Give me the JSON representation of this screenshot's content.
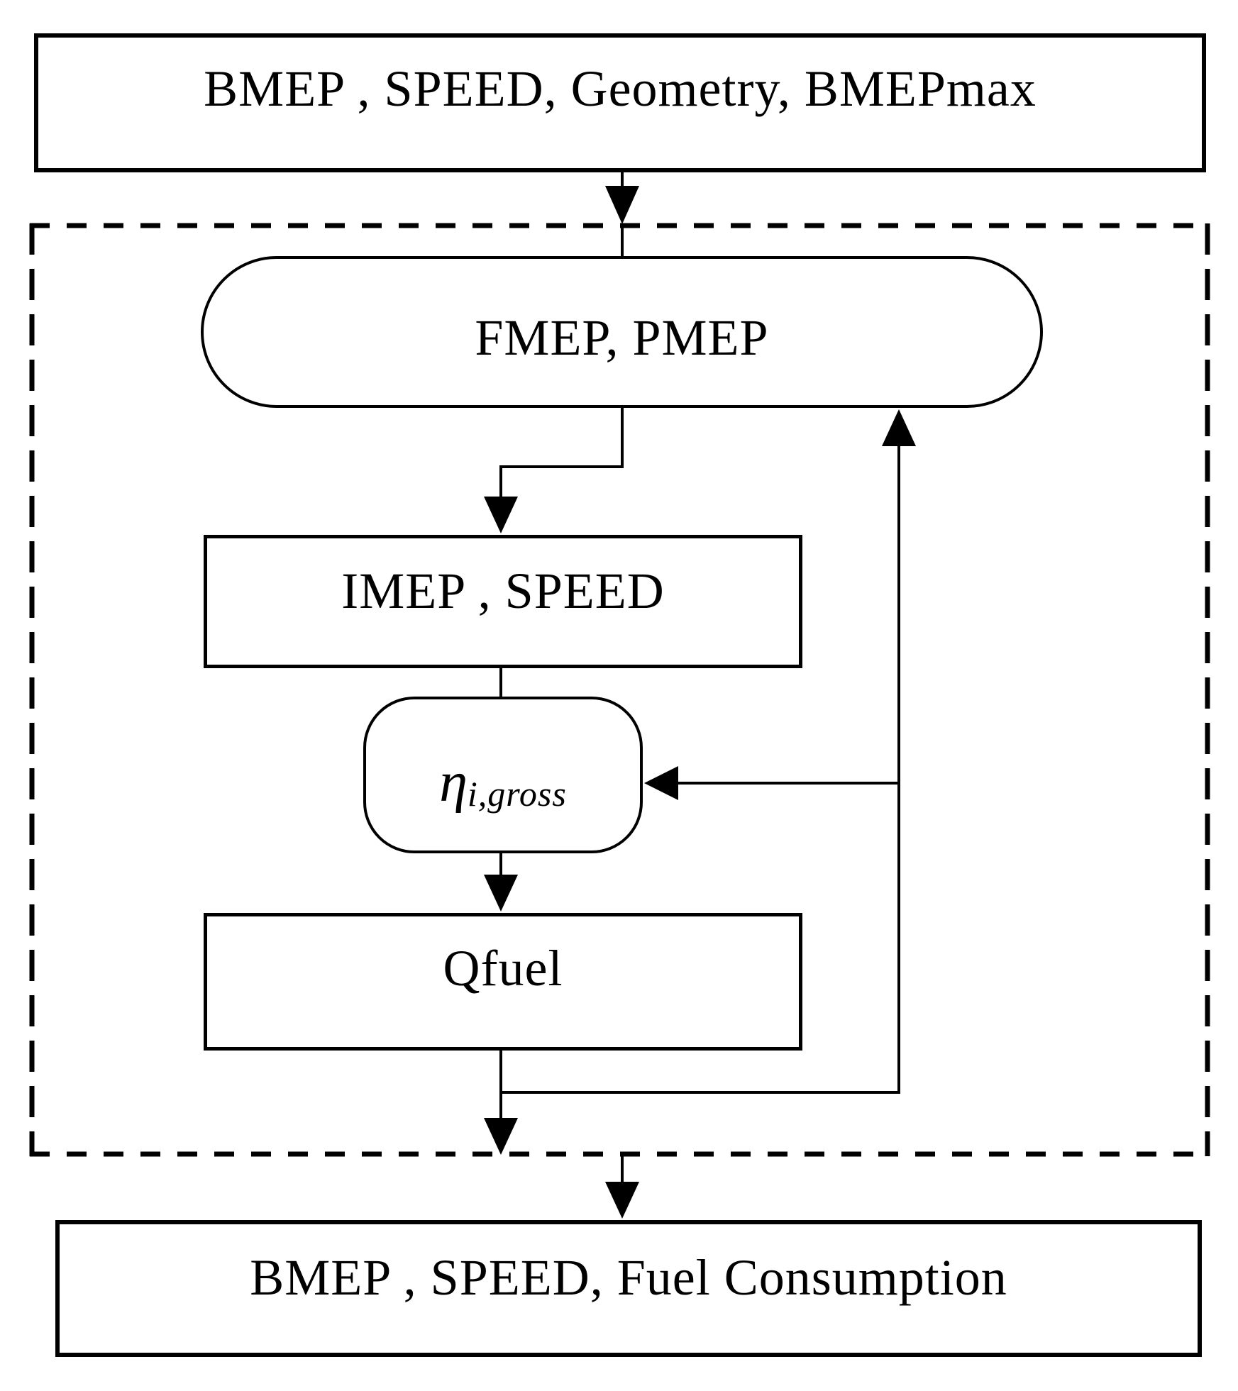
{
  "diagram": {
    "type": "flowchart",
    "background_color": "#ffffff",
    "line_color": "#000000",
    "text_color": "#000000",
    "nodes": {
      "inputs": {
        "label": "BMEP , SPEED, Geometry, BMEPmax",
        "shape": "rectangle"
      },
      "fmep": {
        "label": "FMEP, PMEP",
        "shape": "stadium"
      },
      "imep": {
        "label": "IMEP , SPEED",
        "shape": "rectangle"
      },
      "eta": {
        "symbol": "η",
        "subscript": "i,gross",
        "shape": "rounded"
      },
      "qfuel": {
        "label": "Qfuel",
        "shape": "rectangle"
      },
      "outputs": {
        "label": "BMEP , SPEED, Fuel Consumption",
        "shape": "rectangle"
      }
    },
    "boundary": {
      "style": "dashed",
      "meaning": "iterative model block"
    },
    "flow": [
      "inputs -> fmep",
      "fmep -> imep",
      "imep -> eta",
      "eta -> qfuel",
      "qfuel -> outputs",
      "qfuel -> fmep (feedback)",
      "qfuel -> eta (feedback)"
    ]
  }
}
